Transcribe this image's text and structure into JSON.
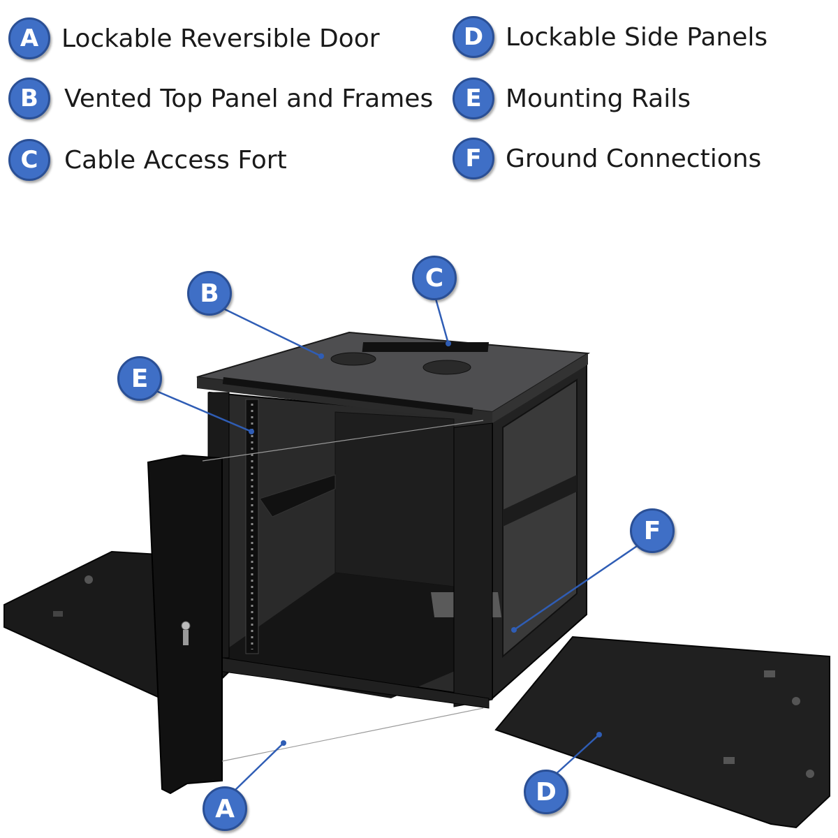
{
  "legend": [
    {
      "letter": "A",
      "label": "Lockable Reversible Door"
    },
    {
      "letter": "B",
      "label": "Vented Top Panel and Frames"
    },
    {
      "letter": "C",
      "label": "Cable Access Fort"
    },
    {
      "letter": "D",
      "label": "Lockable Side Panels"
    },
    {
      "letter": "E",
      "label": "Mounting Rails"
    },
    {
      "letter": "F",
      "label": "Ground Connections"
    }
  ],
  "callouts": {
    "a": "A",
    "b": "B",
    "c": "C",
    "d": "D",
    "e": "E",
    "f": "F"
  },
  "colors": {
    "badge_fill": "#3f6fc6",
    "badge_border": "#2a4f95",
    "leader_line": "#2f5db5",
    "cabinet": "#1c1c1c"
  }
}
